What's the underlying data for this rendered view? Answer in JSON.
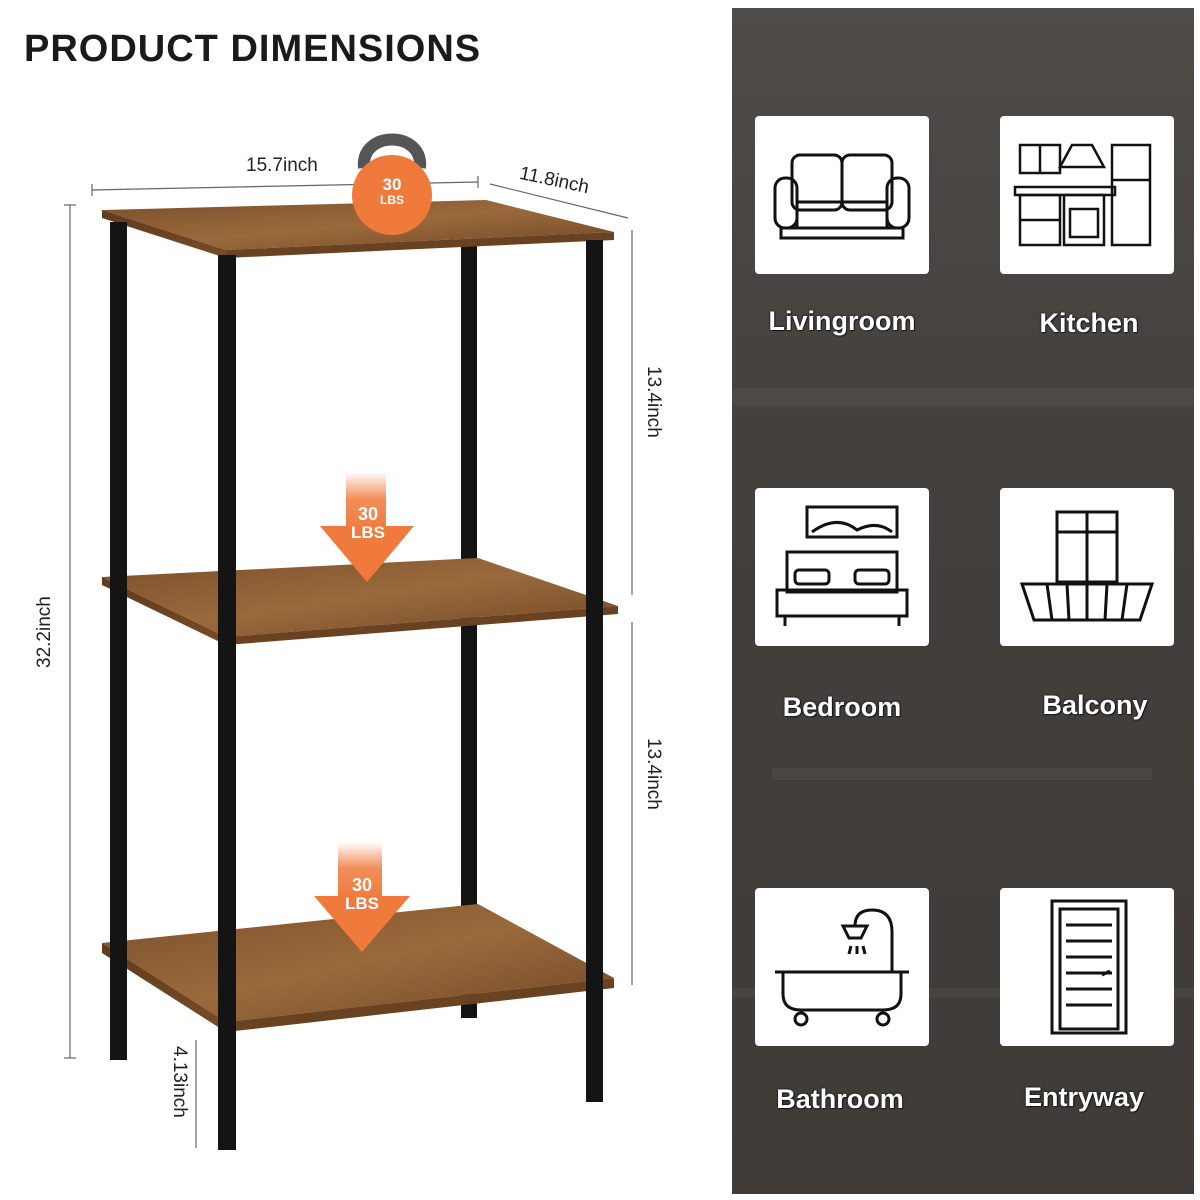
{
  "title": "PRODUCT DIMENSIONS",
  "dimensions": {
    "width": "15.7inch",
    "depth": "11.8inch",
    "height": "32.2inch",
    "tier_top": "13.4inch",
    "tier_middle": "13.4inch",
    "leg": "4.13inch"
  },
  "weights": {
    "top": {
      "value": "30",
      "unit": "LBS"
    },
    "middle": {
      "value": "30",
      "unit": "LBS"
    },
    "bottom": {
      "value": "30",
      "unit": "LBS"
    }
  },
  "colors": {
    "wood": "#8a5a30",
    "frame": "#141414",
    "weight_orange": "#f07a3c",
    "panel_bg": "#45413e"
  },
  "rooms": [
    {
      "label": "Livingroom",
      "icon": "sofa-icon"
    },
    {
      "label": "Kitchen",
      "icon": "kitchen-icon"
    },
    {
      "label": "Bedroom",
      "icon": "bed-icon"
    },
    {
      "label": "Balcony",
      "icon": "balcony-icon"
    },
    {
      "label": "Bathroom",
      "icon": "bathtub-icon"
    },
    {
      "label": "Entryway",
      "icon": "door-icon"
    }
  ]
}
